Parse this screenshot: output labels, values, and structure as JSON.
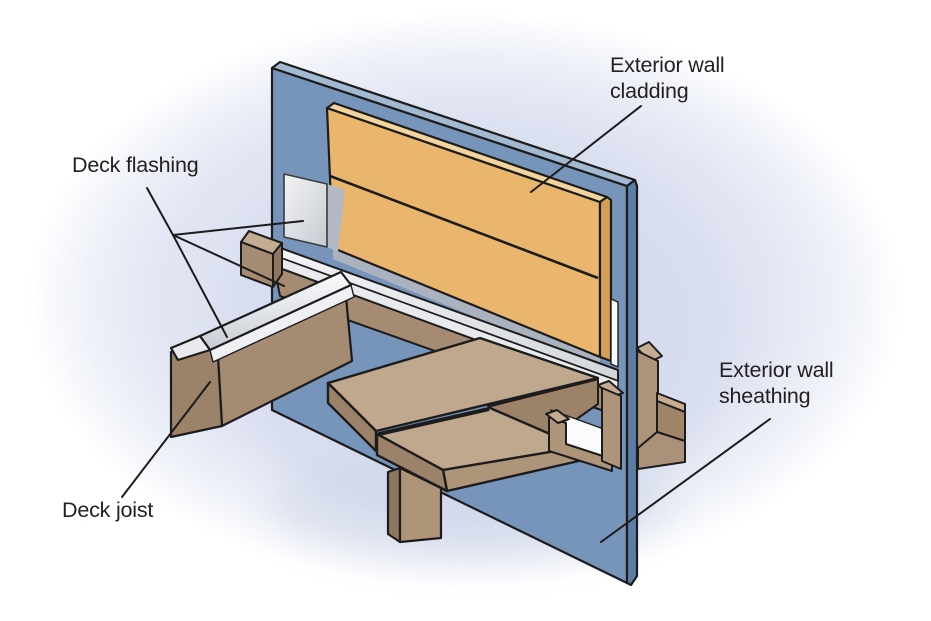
{
  "diagram": {
    "description": "Cutaway construction diagram of deck-to-wall attachment with flashing",
    "labels": {
      "deck_flashing": "Deck flashing",
      "deck_joist": "Deck joist",
      "exterior_wall_cladding_line1": "Exterior wall",
      "exterior_wall_cladding_line2": "cladding",
      "exterior_wall_sheathing_line1": "Exterior wall",
      "exterior_wall_sheathing_line2": "sheathing"
    },
    "parts": [
      "exterior wall sheathing panel",
      "exterior wall cladding boards",
      "deck flashing (wall leg, ledger cap, joist cap)",
      "ledger board",
      "deck joist",
      "deck boards",
      "rim joist with notch"
    ]
  },
  "colors": {
    "wall": "#7795ba",
    "wall_top": "#a3b9d2",
    "wall_edge": "#5d7ea4",
    "cladding": "#eab56c",
    "cladding_top": "#f3d49c",
    "cladding_edge": "#d39f54",
    "wood_top": "#c0a88e",
    "wood_front": "#ae9479",
    "wood_side": "#8e765f",
    "wood_end": "#9c8269",
    "wood_mid": "#a58b71",
    "flashing_white": "#f4f5f7",
    "flashing_shadow": "#b3b9c4",
    "gray_band": "#aab1bf",
    "outline": "#1c1c1c",
    "label_text": "#231f20",
    "backdrop": "#dce1f1"
  }
}
